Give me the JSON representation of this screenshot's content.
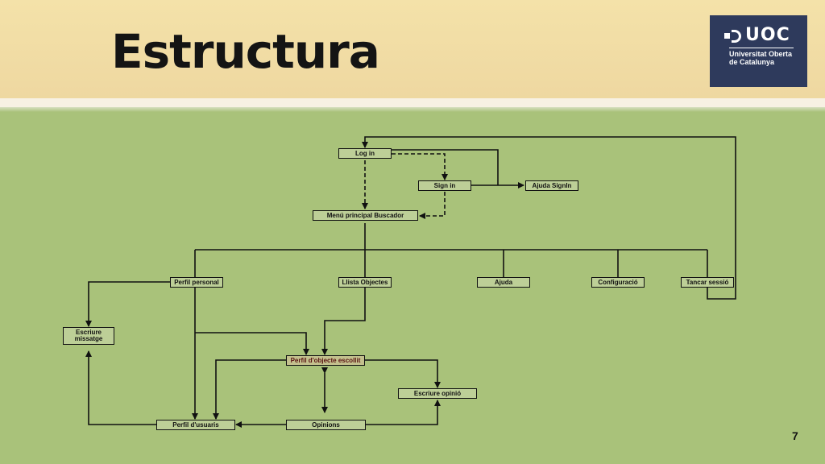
{
  "slide": {
    "title": "Estructura",
    "page_number": "7"
  },
  "logo": {
    "abbr": "UOC",
    "name_line1": "Universitat Oberta",
    "name_line2": "de Catalunya"
  },
  "diagram": {
    "nodes": {
      "login": "Log in",
      "signin": "Sign in",
      "ajuda_signin": "Ajuda SignIn",
      "menu": "Menú principal Buscador",
      "perfil_personal": "Perfil personal",
      "llista_objectes": "Llista Objectes",
      "ajuda": "Ajuda",
      "configuracio": "Configuració",
      "tancar_sessio": "Tancar sessió",
      "escriure_missatge": "Escriure missatge",
      "perfil_objecte": "Perfil d'objecte escollit",
      "escriure_opinio": "Escriure opinió",
      "perfil_usuaris": "Perfil d'usuaris",
      "opinions": "Opinions"
    }
  },
  "colors": {
    "background": "#a9c27a",
    "header": "#f1dca0",
    "logo_bg": "#2e3a5c",
    "node_fill": "#bdcf97",
    "accent_text": "#5a1414"
  }
}
